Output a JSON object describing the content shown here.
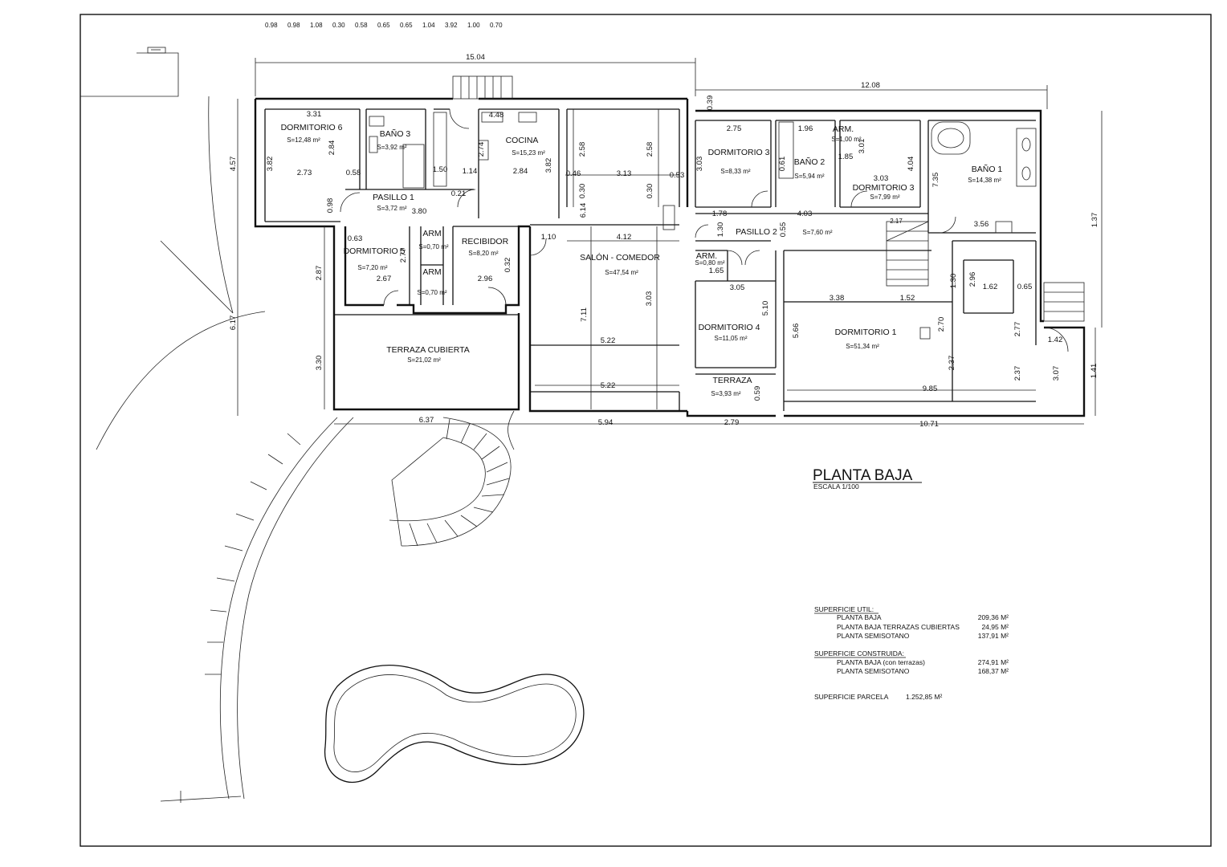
{
  "title": "PLANTA BAJA",
  "scale": "ESCALA 1/100",
  "rooms": [
    {
      "name": "DORMITORIO 6",
      "area": "S=12,48 m²"
    },
    {
      "name": "BAÑO 3",
      "area": "S=3,92 m²"
    },
    {
      "name": "COCINA",
      "area": "S=15,23 m²"
    },
    {
      "name": "PASILLO 1",
      "area": "S=3,72 m²"
    },
    {
      "name": "DORMITORIO 5",
      "area": "S=7,20 m²"
    },
    {
      "name": "ARM",
      "area": "S=0,70 m²"
    },
    {
      "name": "ARM",
      "area": "S=0,70 m²"
    },
    {
      "name": "RECIBIDOR",
      "area": "S=8,20 m²"
    },
    {
      "name": "SALÓN - COMEDOR",
      "area": "S=47,54 m²"
    },
    {
      "name": "TERRAZA CUBIERTA",
      "area": "S=21,02 m²"
    },
    {
      "name": "DORMITORIO 3",
      "area": "S=8,33 m²"
    },
    {
      "name": "BAÑO 2",
      "area": "S=5,94 m²"
    },
    {
      "name": "ARM.",
      "area": "S=1,00 m²"
    },
    {
      "name": "DORMITORIO 3",
      "area": "S=7,99 m²"
    },
    {
      "name": "BAÑO 1",
      "area": "S=14,38 m²"
    },
    {
      "name": "PASILLO 2",
      "area": "S=7,60 m²"
    },
    {
      "name": "ARM.",
      "area": "S=0,80 m²"
    },
    {
      "name": "DORMITORIO 4",
      "area": "S=11,05 m²"
    },
    {
      "name": "DORMITORIO 1",
      "area": "S=51,34 m²"
    },
    {
      "name": "TERRAZA",
      "area": "S=3,93 m²"
    }
  ],
  "dimensions": [
    "15.04",
    "12.08",
    "3.31",
    "4.48",
    "2.75",
    "1.96",
    "2.73",
    "0.58",
    "1.50",
    "1.14",
    "0.21",
    "2.84",
    "0.46",
    "3.13",
    "0.53",
    "3.80",
    "0.98",
    "0.98",
    "1.08",
    "1.10",
    "4.12",
    "1.78",
    "4.03",
    "2.17",
    "3.56",
    "0.63",
    "0.30",
    "0.58",
    "2.67",
    "2.96",
    "1.65",
    "3.05",
    "3.38",
    "1.52",
    "1.62",
    "0.65",
    "0.65",
    "0.65",
    "1.42",
    "5.22",
    "5.22",
    "9.85",
    "6.37",
    "5.94",
    "2.79",
    "10.71",
    "4.57",
    "6.17",
    "2.87",
    "3.30",
    "3.82",
    "2.84",
    "0.98",
    "2.74",
    "3.82",
    "2.58",
    "2.58",
    "0.30",
    "0.30",
    "1.04",
    "6.14",
    "7.11",
    "3.03",
    "3.03",
    "0.61",
    "1.85",
    "3.01",
    "3.03",
    "4.04",
    "7.35",
    "1.37",
    "1.30",
    "0.55",
    "3.92",
    "5.10",
    "5.66",
    "2.70",
    "1.30",
    "2.96",
    "2.37",
    "2.37",
    "3.07",
    "1.41",
    "0.59",
    "2.77",
    "2.77",
    "0.32",
    "0.39",
    "1.00",
    "0.70"
  ],
  "areas_table": {
    "util_header": "SUPERFICIE UTIL:",
    "util_rows": [
      {
        "label": "PLANTA BAJA",
        "value": "209,36 M²"
      },
      {
        "label": "PLANTA BAJA TERRAZAS CUBIERTAS",
        "value": "24,95 M²"
      },
      {
        "label": "PLANTA SEMISOTANO",
        "value": "137,91 M²"
      }
    ],
    "built_header": "SUPERFICIE CONSTRUIDA:",
    "built_rows": [
      {
        "label": "PLANTA BAJA (con terrazas)",
        "value": "274,91 M²"
      },
      {
        "label": "PLANTA SEMISOTANO",
        "value": "168,37 M²"
      }
    ],
    "parcel_label": "SUPERFICIE PARCELA",
    "parcel_value": "1.252,85 M²"
  }
}
